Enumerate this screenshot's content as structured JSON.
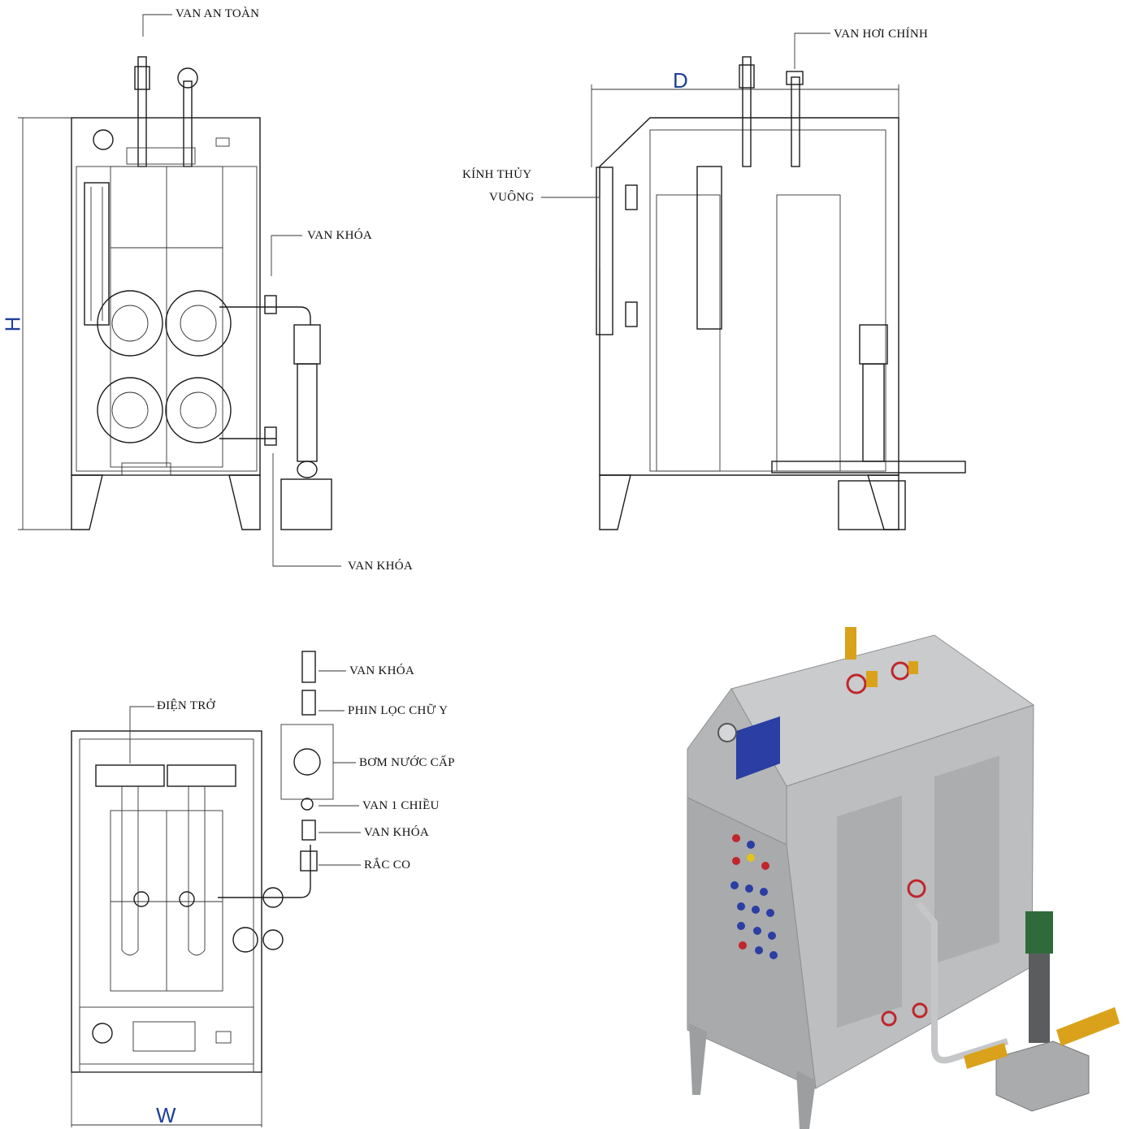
{
  "labels": {
    "van_an_toan": "VAN AN TOÀN",
    "van_hoi_chinh": "VAN HƠI CHÍNH",
    "van_khoa_front_top": "VAN KHÓA",
    "van_khoa_front_bottom": "VAN KHÓA",
    "kinh_thuy_line1": "KÍNH THỦY",
    "kinh_thuy_line2": "VUÔNG",
    "dien_tro": "ĐIỆN TRỞ",
    "van_khoa_top_1": "VAN KHÓA",
    "phin_loc": "PHIN LỌC CHỮ Y",
    "bom_nuoc_cap": "BƠM NƯỚC CẤP",
    "van_1_chieu": "VAN 1 CHIỀU",
    "van_khoa_top_2": "VAN KHÓA",
    "rac_co": "RẮC CO"
  },
  "dimensions": {
    "height": "H",
    "depth": "D",
    "width": "W"
  },
  "colors": {
    "line": "#1b1b1b",
    "dimension_text": "#1f3f9a",
    "boiler_body": "#b9bbbd",
    "valve_red": "#c0262b",
    "brass": "#d9a21a",
    "pump_green": "#2f6b3a"
  }
}
